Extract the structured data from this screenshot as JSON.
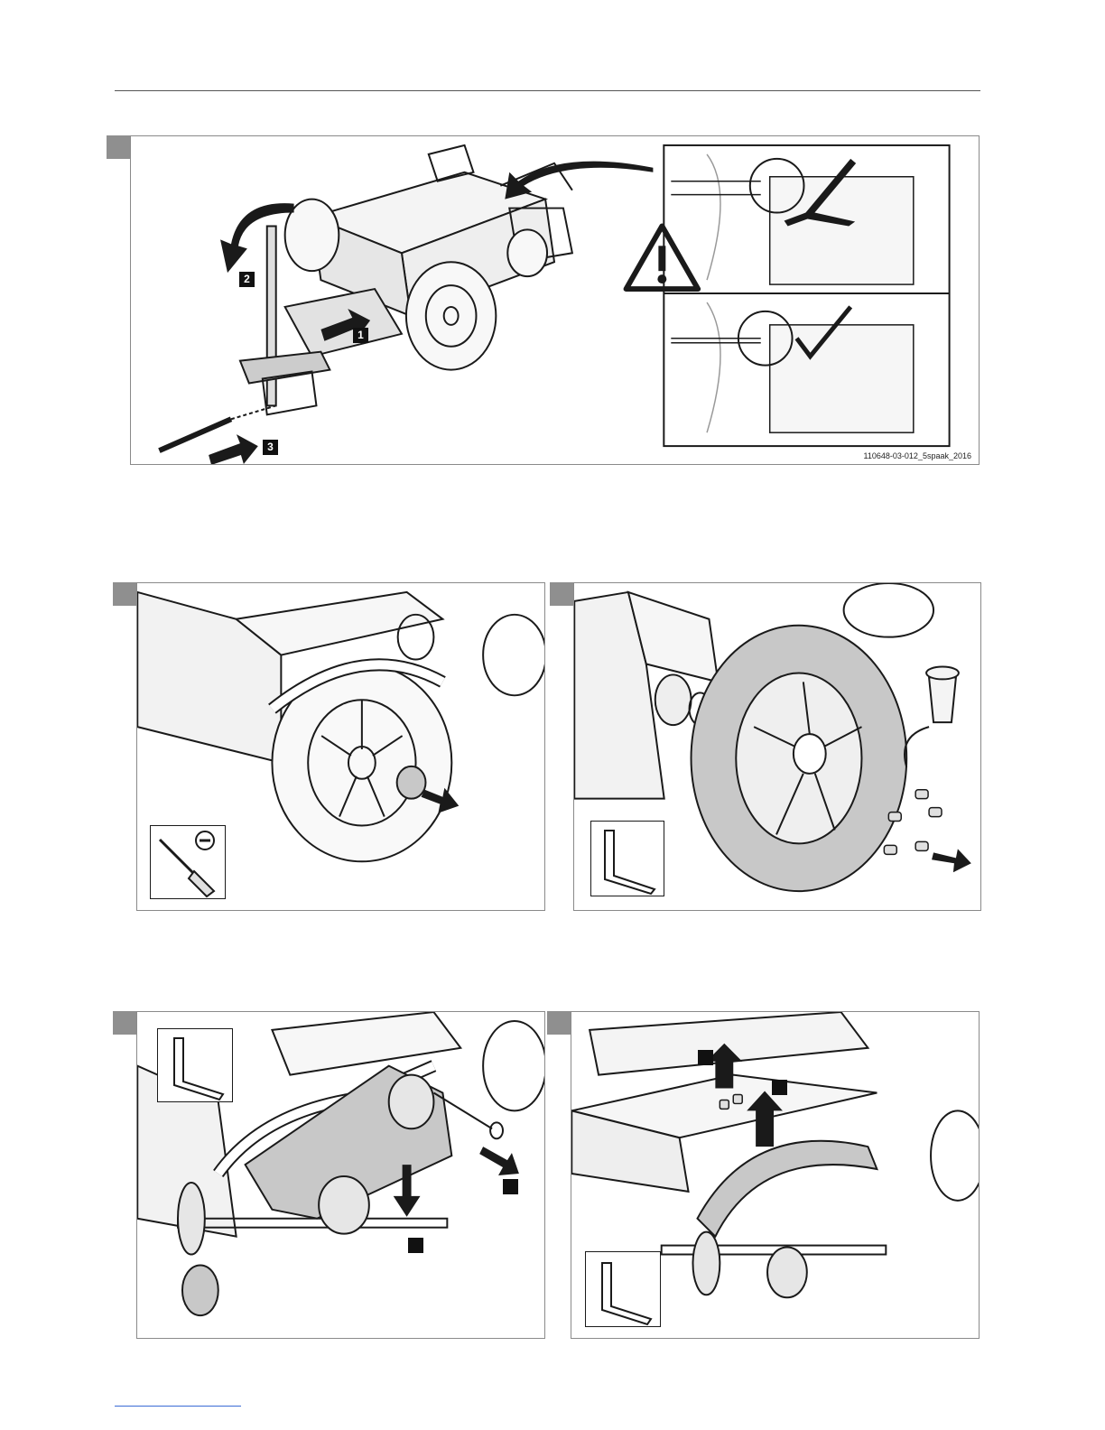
{
  "figure1": {
    "caption": "110648-03-012_5spaak_2016",
    "steps": [
      "1",
      "2",
      "3"
    ]
  },
  "icons": {
    "warning": "warning-triangle-icon",
    "wrong": "cross-mark-icon",
    "correct": "check-mark-icon",
    "screwdriver": "flat-screwdriver-icon",
    "hex_key": "hex-key-icon",
    "trash": "waste-bin-icon"
  },
  "colors": {
    "tab": "#8f8f8f",
    "highlight": "#c8c8c8",
    "line": "#1a1a1a"
  }
}
